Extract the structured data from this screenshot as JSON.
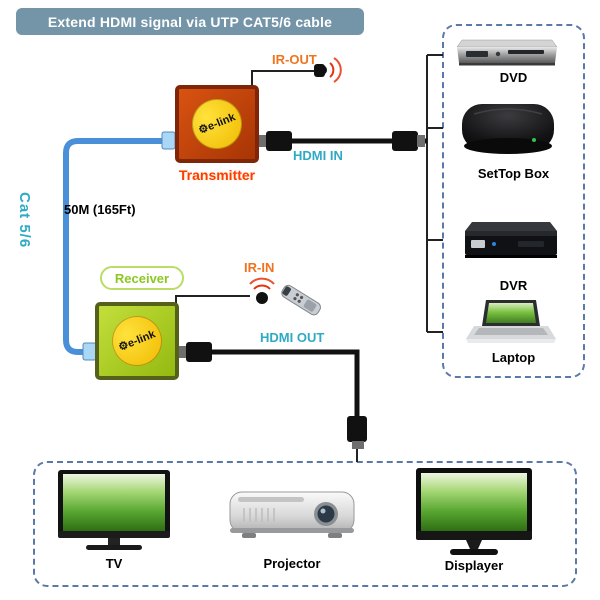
{
  "banner": {
    "title": "Extend HDMI signal via UTP CAT5/6 cable"
  },
  "transmitter": {
    "label": "Transmitter",
    "logo": "e-link",
    "ir_label": "IR-OUT",
    "hdmi_label": "HDMI IN"
  },
  "receiver": {
    "label": "Receiver",
    "logo": "e-link",
    "ir_label": "IR-IN",
    "hdmi_label": "HDMI OUT"
  },
  "cable": {
    "type_label": "Cat 5/6",
    "length_label": "50M (165Ft)"
  },
  "sources": {
    "items": [
      {
        "name": "dvd-player",
        "label": "DVD"
      },
      {
        "name": "settop-box",
        "label": "SetTop Box"
      },
      {
        "name": "dvr",
        "label": "DVR"
      },
      {
        "name": "laptop",
        "label": "Laptop"
      }
    ]
  },
  "displays": {
    "items": [
      {
        "name": "tv",
        "label": "TV"
      },
      {
        "name": "projector",
        "label": "Projector"
      },
      {
        "name": "displayer",
        "label": "Displayer"
      }
    ]
  },
  "icons": {
    "gear": "⚙"
  },
  "colors": {
    "banner_bg": "#7495A7",
    "teal_label": "#2FAAC5",
    "orange_label": "#F0741E",
    "transmitter_label": "#FF3C00",
    "receiver_label": "#8CC820",
    "cable_blue": "#4A90D8",
    "dashed_border": "#5B79A8",
    "transmitter_body": "#C8440C",
    "receiver_body": "#A6C91F",
    "logo_yellow": "#F5C400"
  }
}
